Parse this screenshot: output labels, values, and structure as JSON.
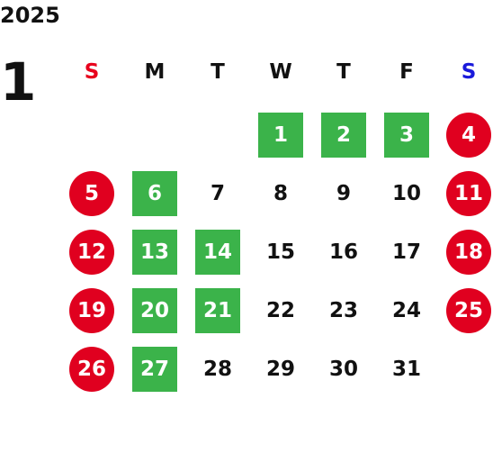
{
  "year": "2025",
  "month": "1",
  "colors": {
    "sunday_header": "#e8001c",
    "saturday_header": "#1a1adb",
    "weekday_header": "#111111",
    "holiday_circle": "#e0001f",
    "highlight_square": "#3bb34a",
    "normal_text": "#111111"
  },
  "weekdays": [
    "S",
    "M",
    "T",
    "W",
    "T",
    "F",
    "S"
  ],
  "first_weekday_index": 3,
  "days": [
    {
      "label": "1",
      "style": "green"
    },
    {
      "label": "2",
      "style": "green"
    },
    {
      "label": "3",
      "style": "green"
    },
    {
      "label": "4",
      "style": "red"
    },
    {
      "label": "5",
      "style": "red"
    },
    {
      "label": "6",
      "style": "green"
    },
    {
      "label": "7",
      "style": "plain"
    },
    {
      "label": "8",
      "style": "plain"
    },
    {
      "label": "9",
      "style": "plain"
    },
    {
      "label": "10",
      "style": "plain"
    },
    {
      "label": "11",
      "style": "red"
    },
    {
      "label": "12",
      "style": "red"
    },
    {
      "label": "13",
      "style": "green"
    },
    {
      "label": "14",
      "style": "green"
    },
    {
      "label": "15",
      "style": "plain"
    },
    {
      "label": "16",
      "style": "plain"
    },
    {
      "label": "17",
      "style": "plain"
    },
    {
      "label": "18",
      "style": "red"
    },
    {
      "label": "19",
      "style": "red"
    },
    {
      "label": "20",
      "style": "green"
    },
    {
      "label": "21",
      "style": "green"
    },
    {
      "label": "22",
      "style": "plain"
    },
    {
      "label": "23",
      "style": "plain"
    },
    {
      "label": "24",
      "style": "plain"
    },
    {
      "label": "25",
      "style": "red"
    },
    {
      "label": "26",
      "style": "red"
    },
    {
      "label": "27",
      "style": "green"
    },
    {
      "label": "28",
      "style": "plain"
    },
    {
      "label": "29",
      "style": "plain"
    },
    {
      "label": "30",
      "style": "plain"
    },
    {
      "label": "31",
      "style": "plain"
    }
  ]
}
